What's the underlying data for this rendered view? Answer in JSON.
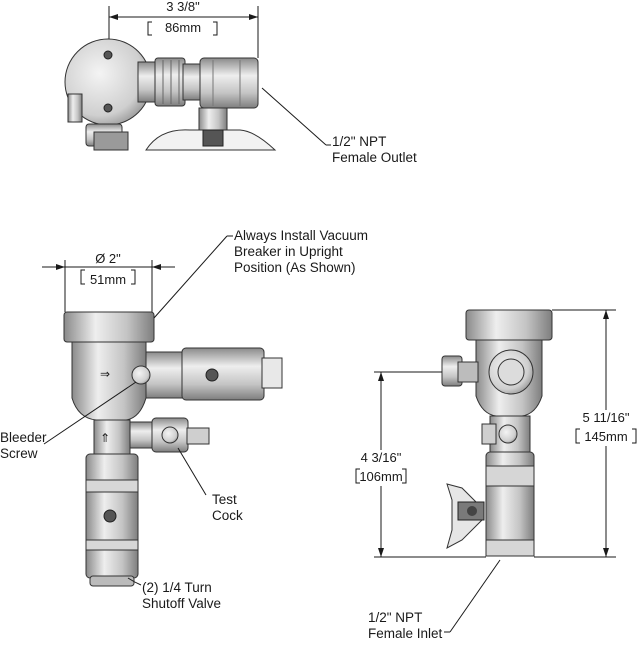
{
  "dimensions": {
    "top_width_in": "3 3/8\"",
    "top_width_mm": "86mm",
    "diameter_in": "Ø 2\"",
    "diameter_mm": "51mm",
    "inlet_height_in": "4 3/16\"",
    "inlet_height_mm": "106mm",
    "total_height_in": "5 11/16\"",
    "total_height_mm": "145mm"
  },
  "callouts": {
    "outlet": [
      "1/2\" NPT",
      "Female Outlet"
    ],
    "vacuum_breaker": [
      "Always Install Vacuum",
      "Breaker in Upright",
      "Position (As Shown)"
    ],
    "bleeder": [
      "Bleeder",
      "Screw"
    ],
    "test_cock": [
      "Test",
      "Cock"
    ],
    "shutoff": [
      "(2) 1/4 Turn",
      "Shutoff Valve"
    ],
    "inlet": [
      "1/2\" NPT",
      "Female Inlet"
    ]
  },
  "colors": {
    "metal_light": "#e2e2e2",
    "metal_mid": "#b8b8b8",
    "metal_dark": "#7a7a7a",
    "line": "#1a1a1a"
  }
}
